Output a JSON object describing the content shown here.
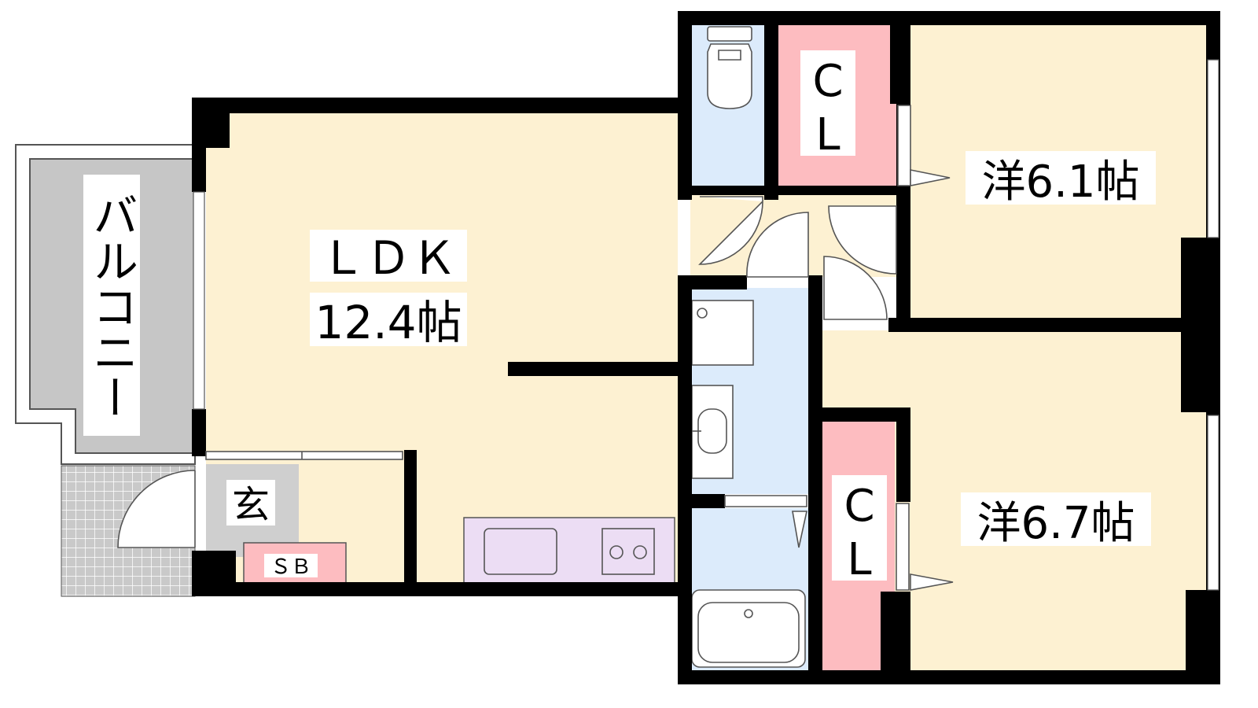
{
  "rooms": {
    "ldk": {
      "name": "ＬＤＫ",
      "area": "12.4帖"
    },
    "western1": {
      "label": "洋6.1帖"
    },
    "western2": {
      "label": "洋6.7帖"
    },
    "closet1": {
      "line1": "C",
      "line2": "L"
    },
    "closet2": {
      "line1": "C",
      "line2": "L"
    },
    "balcony": {
      "label": "バルコニー"
    },
    "entrance": {
      "label": "玄"
    },
    "shoebox": {
      "label": "ＳＢ"
    }
  },
  "colors": {
    "room_floor": "#FDF1D2",
    "wet_area": "#DCEBFB",
    "closet": "#FDBCC0",
    "kitchen": "#ECDDF4",
    "balcony": "#C6C6C6",
    "entrance": "#CFCFCF",
    "wall": "#000000"
  }
}
